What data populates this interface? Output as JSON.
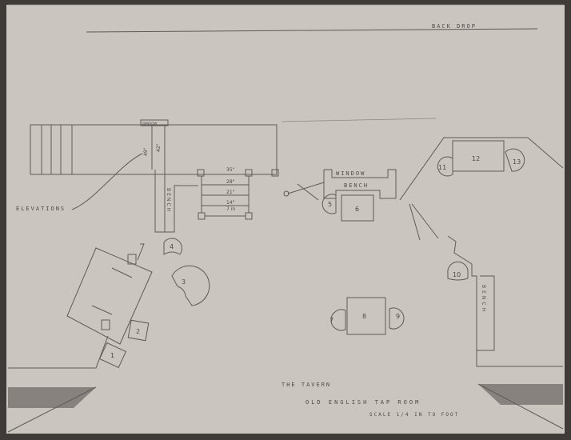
{
  "drawing": {
    "backdrop_label": "BACK DROP",
    "elevations_label": "ELEVATIONS",
    "window_small_label": "WINDOW",
    "dims": {
      "d49": "49\"",
      "d42": "42\"",
      "d35": "35\"",
      "d28": "28\"",
      "d21": "21\"",
      "d14": "14\"",
      "d7": "7 in"
    },
    "bench_left": "BENCH",
    "window_center": "WINDOW",
    "bench_center": "BENCH",
    "bench_right": "BENCH",
    "numbers": [
      "1",
      "2",
      "3",
      "4",
      "5",
      "6",
      "7",
      "8",
      "9",
      "10",
      "11",
      "12",
      "13"
    ],
    "title": "THE TAVERN",
    "subtitle": "OLD ENGLISH TAP ROOM",
    "scale": "SCALE 1/4 IN TO FOOT"
  },
  "colors": {
    "paper": "#cbc5bf",
    "pencil": "#5e5a58",
    "border": "#3f3b39"
  }
}
